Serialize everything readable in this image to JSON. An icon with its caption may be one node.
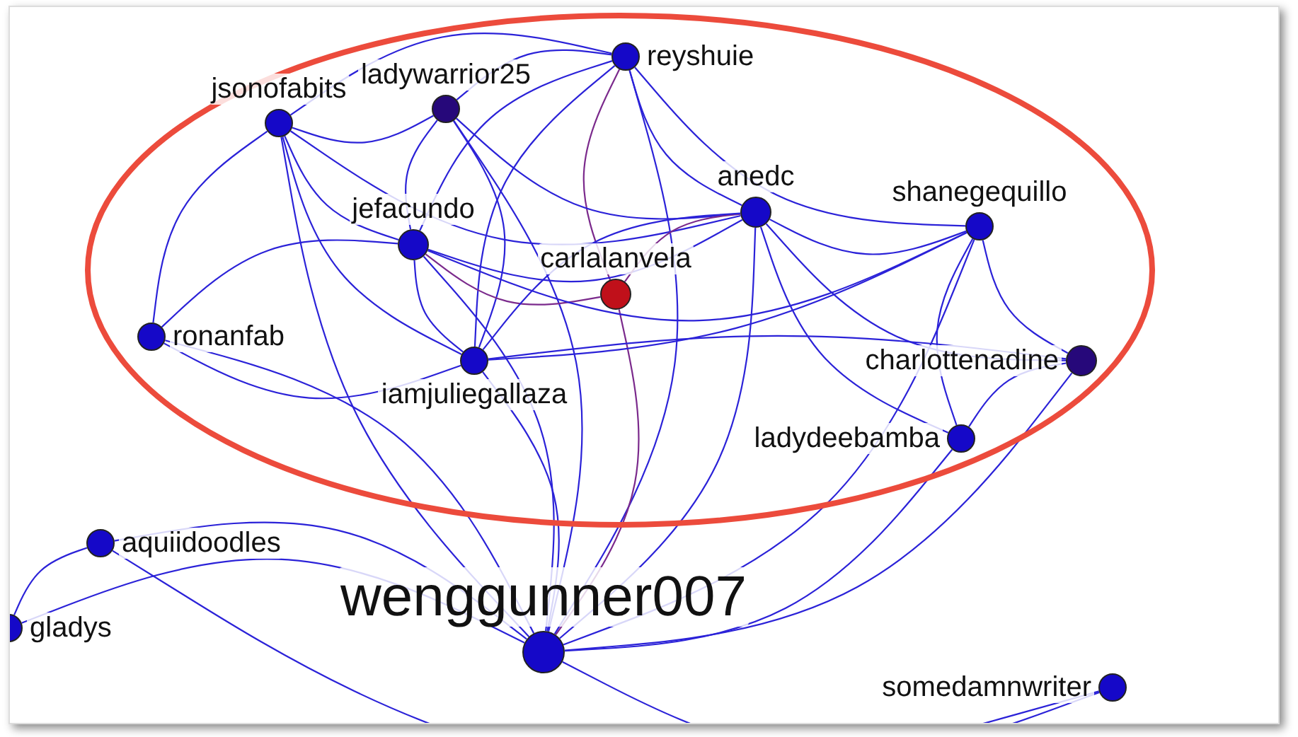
{
  "diagram": {
    "nodes": [
      {
        "text": [],
        "shape": "ellipse"
      },
      {
        "text": [
          "reyshuie"
        ],
        "in": 0
      },
      {
        "text": [
          "jsonofabits"
        ],
        "in": 0
      },
      {
        "text": [
          "ladywarrior25"
        ],
        "in": 0
      },
      {
        "text": [
          "jefacundo"
        ],
        "in": 0
      },
      {
        "text": [
          "anedc"
        ],
        "in": 0
      },
      {
        "text": [
          "shanegequillo"
        ],
        "in": 0
      },
      {
        "text": [
          "carlalanvela"
        ],
        "in": 0
      },
      {
        "text": [
          "ronanfab"
        ],
        "in": 0
      },
      {
        "text": [
          "iamjuliegallaza"
        ],
        "in": 0
      },
      {
        "text": [
          "charlottenadine"
        ],
        "in": 0
      },
      {
        "text": [
          "ladydeebamba"
        ],
        "in": 0
      },
      {
        "text": [
          "aquiidoodles"
        ]
      },
      {
        "text": [
          "gladys"
        ]
      },
      {
        "text": [
          "wenggunner007"
        ]
      },
      {
        "text": [
          "somedamnwriter"
        ]
      }
    ],
    "edges": [
      {
        "from": 14,
        "to": 1,
        "arrow": "none"
      },
      {
        "from": 14,
        "to": 2,
        "arrow": "none"
      },
      {
        "from": 14,
        "to": 3,
        "arrow": "none"
      },
      {
        "from": 14,
        "to": 4,
        "arrow": "none"
      },
      {
        "from": 14,
        "to": 5,
        "arrow": "none"
      },
      {
        "from": 14,
        "to": 6,
        "arrow": "none"
      },
      {
        "from": 14,
        "to": 7,
        "arrow": "none",
        "color": "#7b2a8c"
      },
      {
        "from": 14,
        "to": 8,
        "arrow": "none"
      },
      {
        "from": 14,
        "to": 9,
        "arrow": "none"
      },
      {
        "from": 14,
        "to": 10,
        "arrow": "none"
      },
      {
        "from": 14,
        "to": 11,
        "arrow": "none"
      },
      {
        "from": 14,
        "to": 12,
        "arrow": "none"
      },
      {
        "from": 14,
        "to": 13,
        "arrow": "none"
      },
      {
        "from": 14,
        "to": 15,
        "arrow": "none"
      },
      {
        "from": 1,
        "to": 2,
        "arrow": "none"
      },
      {
        "from": 1,
        "to": 3,
        "arrow": "none"
      },
      {
        "from": 1,
        "to": 4,
        "arrow": "none"
      },
      {
        "from": 1,
        "to": 5,
        "arrow": "none"
      },
      {
        "from": 1,
        "to": 6,
        "arrow": "none"
      },
      {
        "from": 1,
        "to": 7,
        "arrow": "none",
        "color": "#7b2a8c"
      },
      {
        "from": 1,
        "to": 9,
        "arrow": "none"
      },
      {
        "from": 2,
        "to": 3,
        "arrow": "none"
      },
      {
        "from": 2,
        "to": 4,
        "arrow": "none"
      },
      {
        "from": 2,
        "to": 5,
        "arrow": "none"
      },
      {
        "from": 2,
        "to": 8,
        "arrow": "none"
      },
      {
        "from": 2,
        "to": 9,
        "arrow": "none"
      },
      {
        "from": 3,
        "to": 4,
        "arrow": "none"
      },
      {
        "from": 3,
        "to": 5,
        "arrow": "none"
      },
      {
        "from": 3,
        "to": 9,
        "arrow": "none"
      },
      {
        "from": 4,
        "to": 5,
        "arrow": "none"
      },
      {
        "from": 4,
        "to": 7,
        "arrow": "none",
        "color": "#7b2a8c"
      },
      {
        "from": 4,
        "to": 8,
        "arrow": "none"
      },
      {
        "from": 4,
        "to": 9,
        "arrow": "none"
      },
      {
        "from": 4,
        "to": 6,
        "arrow": "none"
      },
      {
        "from": 5,
        "to": 6,
        "arrow": "none"
      },
      {
        "from": 5,
        "to": 7,
        "arrow": "none",
        "color": "#7b2a8c"
      },
      {
        "from": 5,
        "to": 9,
        "arrow": "none"
      },
      {
        "from": 5,
        "to": 10,
        "arrow": "none"
      },
      {
        "from": 5,
        "to": 11,
        "arrow": "none"
      },
      {
        "from": 6,
        "to": 10,
        "arrow": "none"
      },
      {
        "from": 6,
        "to": 11,
        "arrow": "none"
      },
      {
        "from": 6,
        "to": 9,
        "arrow": "none"
      },
      {
        "from": 10,
        "to": 11,
        "arrow": "none"
      },
      {
        "from": 10,
        "to": 9,
        "arrow": "none"
      },
      {
        "from": 8,
        "to": 9,
        "arrow": "none"
      },
      {
        "from": 12,
        "to": 13,
        "arrow": "none"
      },
      {
        "from": 12,
        "to": 15,
        "arrow": "none"
      }
    ]
  }
}
